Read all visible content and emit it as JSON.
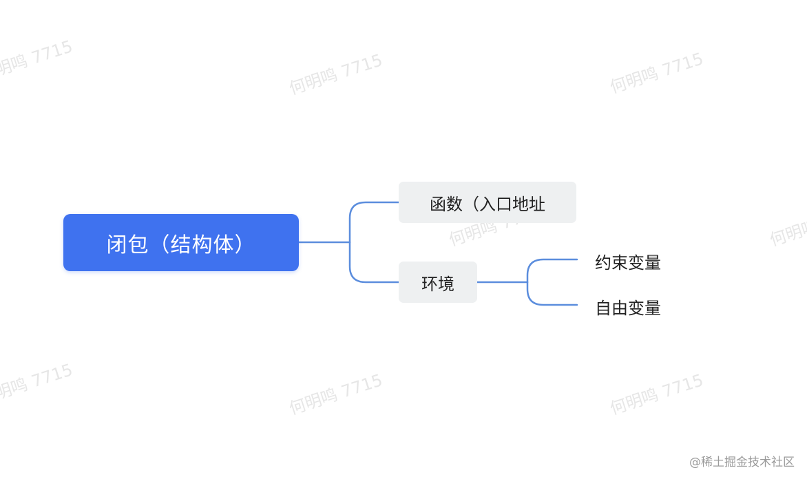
{
  "diagram": {
    "root": {
      "label": "闭包（结构体）"
    },
    "branches": [
      {
        "label": "函数（入口地址"
      },
      {
        "label": "环境",
        "children": [
          "约束变量",
          "自由变量"
        ]
      }
    ]
  },
  "watermark": {
    "text": "何明鸣 7715"
  },
  "footer": {
    "text": "@稀土掘金技术社区"
  },
  "colors": {
    "root_fill": "#3f72ef",
    "node_fill": "#eef0f1",
    "connector": "#5b8ddd",
    "watermark": "#e6e6e6"
  }
}
